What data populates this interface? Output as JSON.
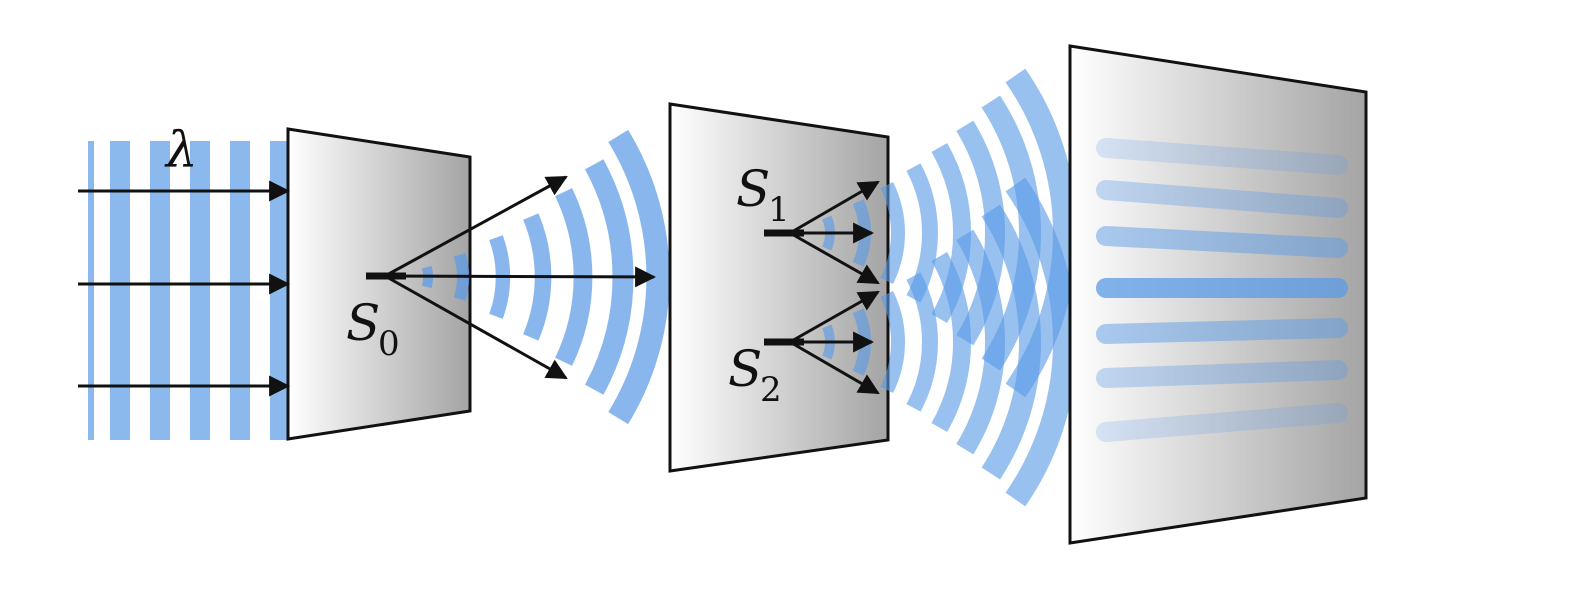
{
  "labels": {
    "wavelength": "λ",
    "source0": "S",
    "source0_sub": "0",
    "source1": "S",
    "source1_sub": "1",
    "source2": "S",
    "source2_sub": "2"
  },
  "colors": {
    "wave": "#5b9be6",
    "wave_dark": "#3a7fd8",
    "stroke": "#111111",
    "screen_light": "#ffffff",
    "screen_dark": "#a6a6a6"
  }
}
